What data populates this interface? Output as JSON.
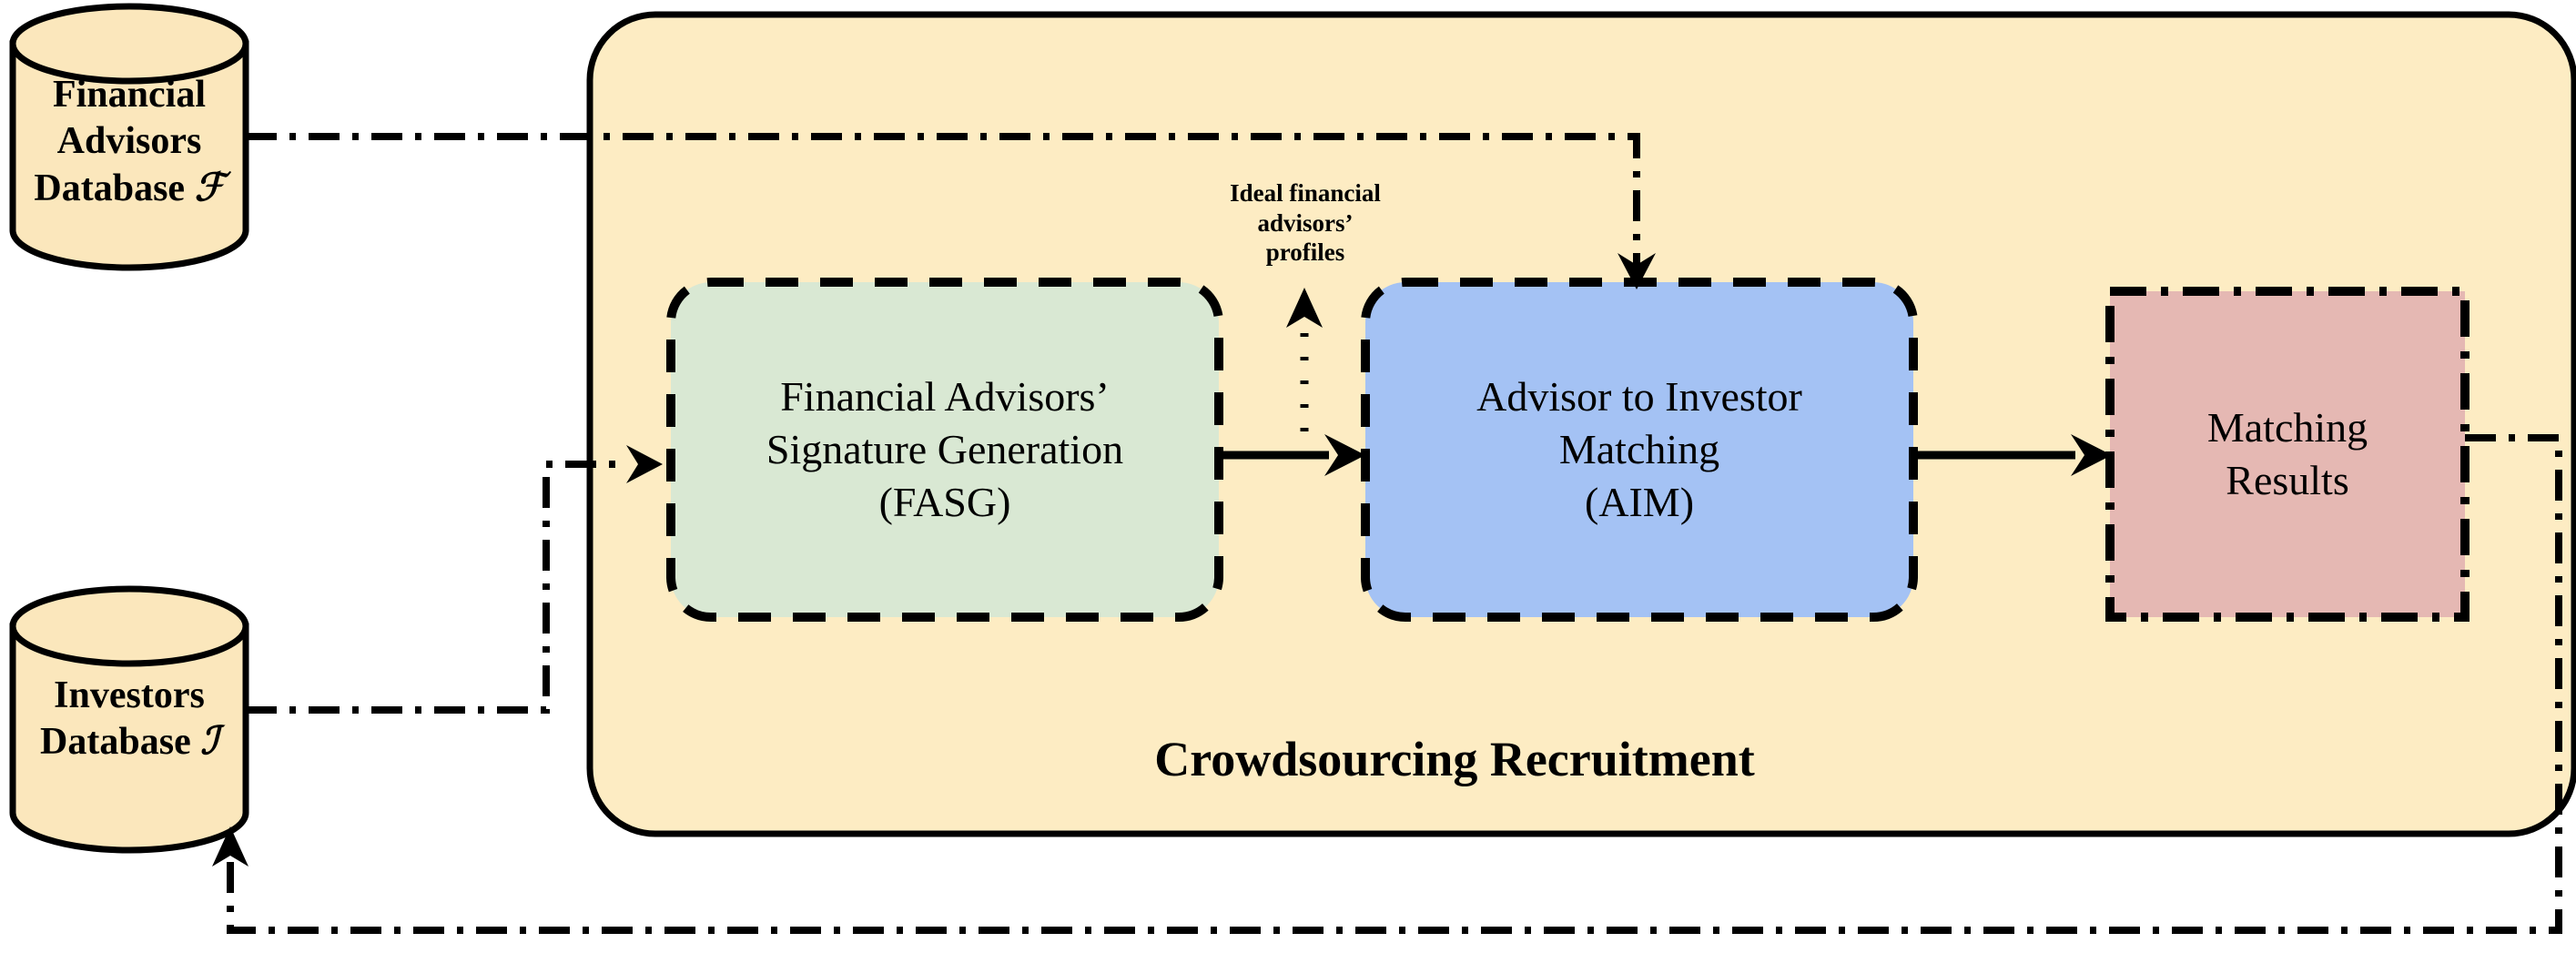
{
  "diagram": {
    "title": "Crowdsourcing Recruitment",
    "colors": {
      "container_fill": "#fdecc3",
      "database_fill": "#fbe7bc",
      "fasg_fill": "#d9e8d3",
      "aim_fill": "#a4c2f4",
      "results_fill": "#e5b8b3",
      "stroke": "#000000",
      "background": "#ffffff"
    },
    "databases": [
      {
        "id": "financial-advisors-database",
        "lines": [
          "Financial",
          "Advisors",
          "Database"
        ],
        "symbol": "ℱ"
      },
      {
        "id": "investors-database",
        "lines": [
          "Investors",
          "Database"
        ],
        "symbol": "ℐ"
      }
    ],
    "processes": [
      {
        "id": "fasg",
        "lines": [
          "Financial Advisors’",
          "Signature Generation",
          "(FASG)"
        ],
        "border": "dashed"
      },
      {
        "id": "aim",
        "lines": [
          "Advisor to Investor",
          "Matching",
          "(AIM)"
        ],
        "border": "dashed"
      },
      {
        "id": "matching-results",
        "lines": [
          "Matching",
          "Results"
        ],
        "border": "dash-dot"
      }
    ],
    "edge_labels": [
      {
        "id": "ideal-profiles",
        "lines": [
          "Ideal financial",
          "advisors’",
          "profiles"
        ]
      }
    ],
    "connections": [
      {
        "id": "fa-db-to-aim",
        "style": "dash-dot",
        "from": "financial-advisors-database",
        "to": "aim"
      },
      {
        "id": "investors-db-to-fasg",
        "style": "dash-dot",
        "from": "investors-database",
        "to": "fasg"
      },
      {
        "id": "fasg-to-aim",
        "style": "solid",
        "from": "fasg",
        "to": "aim"
      },
      {
        "id": "aim-to-matching-results",
        "style": "solid",
        "from": "aim",
        "to": "matching-results"
      },
      {
        "id": "ideal-profiles-feed",
        "style": "dotted",
        "from": "fasg-to-aim",
        "to": "ideal-profiles"
      },
      {
        "id": "matching-results-to-investors-db",
        "style": "dash-dot",
        "from": "matching-results",
        "to": "investors-database"
      }
    ]
  }
}
